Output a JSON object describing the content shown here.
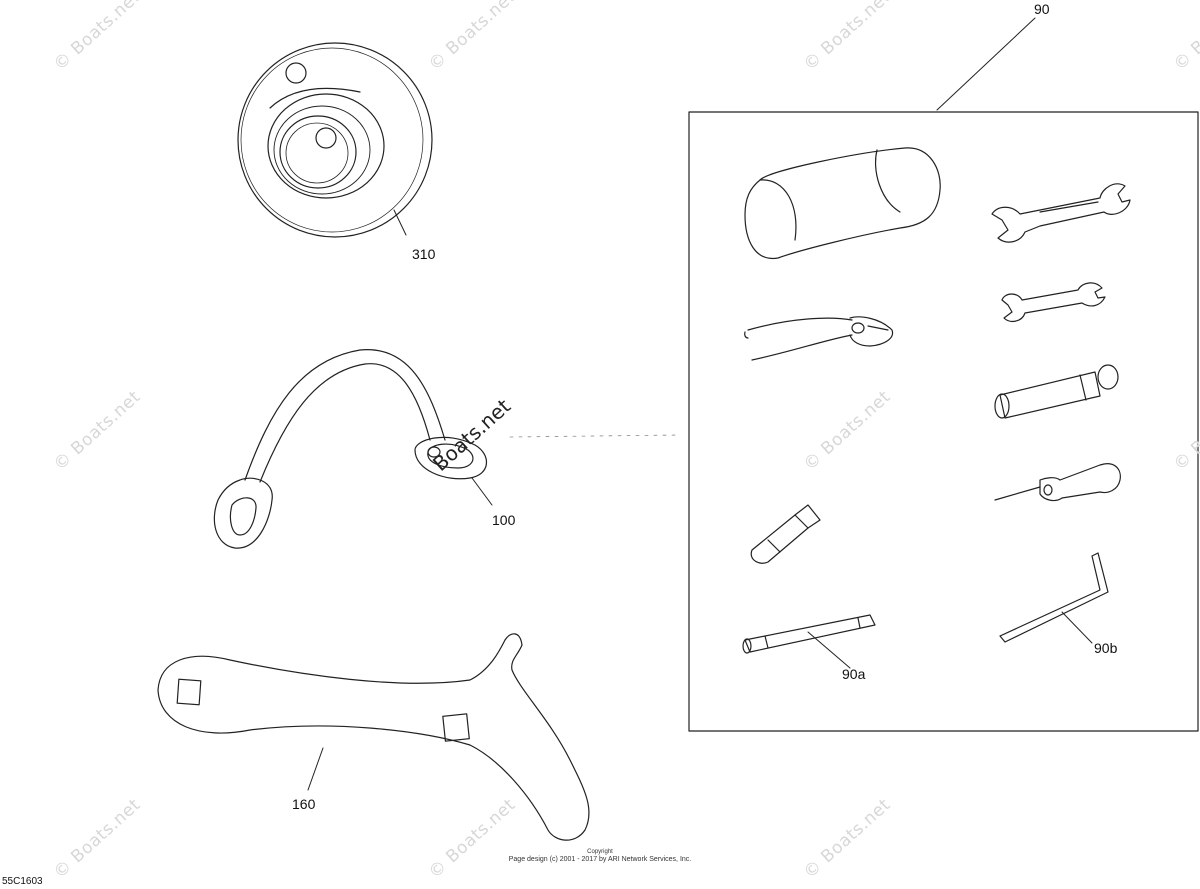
{
  "callouts": {
    "c310": "310",
    "c100": "100",
    "c160": "160",
    "c90": "90",
    "c90a": "90a",
    "c90b": "90b"
  },
  "watermark": {
    "text": "© Boats.net",
    "center_text": "Boats.net"
  },
  "footer": {
    "copyright_label": "Copyright",
    "page_design": "Page design (c) 2001 - 2017 by ARI Network Services, Inc.",
    "drawing_code": "55C1603"
  },
  "colors": {
    "line": "#222222",
    "watermark": "#d7d7d7",
    "background": "#ffffff"
  }
}
